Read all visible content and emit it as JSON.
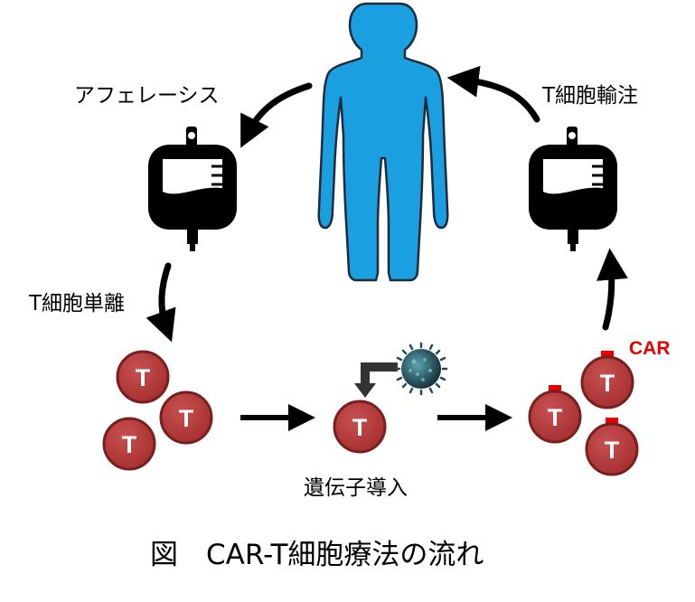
{
  "labels": {
    "apheresis": "アフェレーシス",
    "infusion": "T細胞輸注",
    "isolation": "T細胞単離",
    "transduction": "遺伝子導入",
    "car": "CAR"
  },
  "caption": "図　CAR-T細胞療法の流れ",
  "cell_letter": "T",
  "colors": {
    "body": "#1a9fe0",
    "body_outline": "#1f2a3a",
    "cell_fill": "#b13a3a",
    "cell_stroke": "#7a1f1f",
    "car_receptor": "#e60000",
    "car_text": "#e60000",
    "virus": "#1e4b57",
    "arrow": "#000000",
    "bag": "#000000",
    "vector_arrow": "#333333"
  }
}
